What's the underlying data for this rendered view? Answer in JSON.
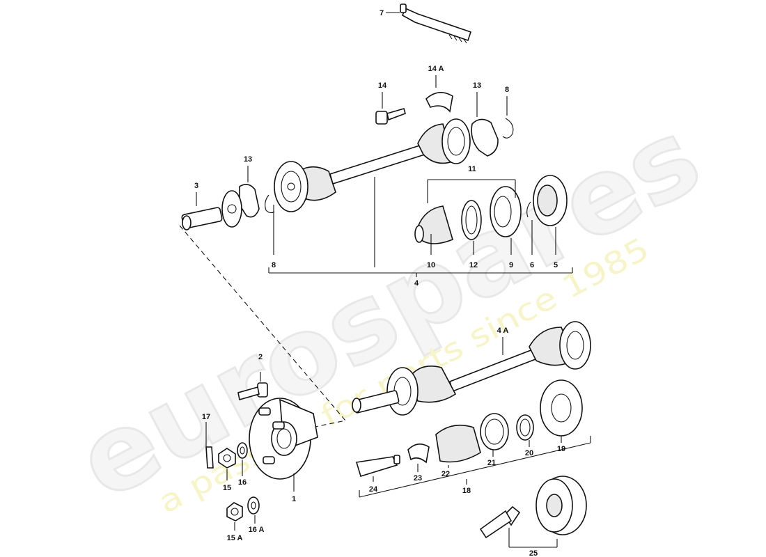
{
  "watermark": {
    "brand": "eurospares",
    "tagline": "a passion for parts since 1985"
  },
  "callouts": {
    "c7": "7",
    "c14A": "14 A",
    "c14": "14",
    "c13top": "13",
    "c8top": "8",
    "c13left": "13",
    "c3": "3",
    "c11": "11",
    "c8": "8",
    "c10": "10",
    "c12": "12",
    "c9": "9",
    "c6": "6",
    "c5": "5",
    "c4": "4",
    "c4A": "4 A",
    "c2": "2",
    "c17": "17",
    "c15": "15",
    "c16": "16",
    "c1": "1",
    "c15A": "15 A",
    "c16A": "16 A",
    "c24": "24",
    "c23": "23",
    "c22": "22",
    "c21": "21",
    "c20": "20",
    "c19": "19",
    "c18": "18",
    "c25": "25"
  }
}
